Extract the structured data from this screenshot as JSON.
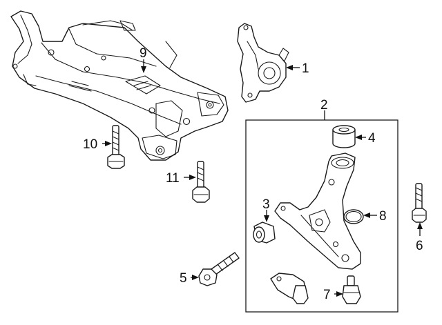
{
  "callouts": {
    "n1": "1",
    "n2": "2",
    "n3": "3",
    "n4": "4",
    "n5": "5",
    "n6": "6",
    "n7": "7",
    "n8": "8",
    "n9": "9",
    "n10": "10",
    "n11": "11"
  },
  "colors": {
    "line": "#1a1a1a",
    "background": "#ffffff"
  }
}
